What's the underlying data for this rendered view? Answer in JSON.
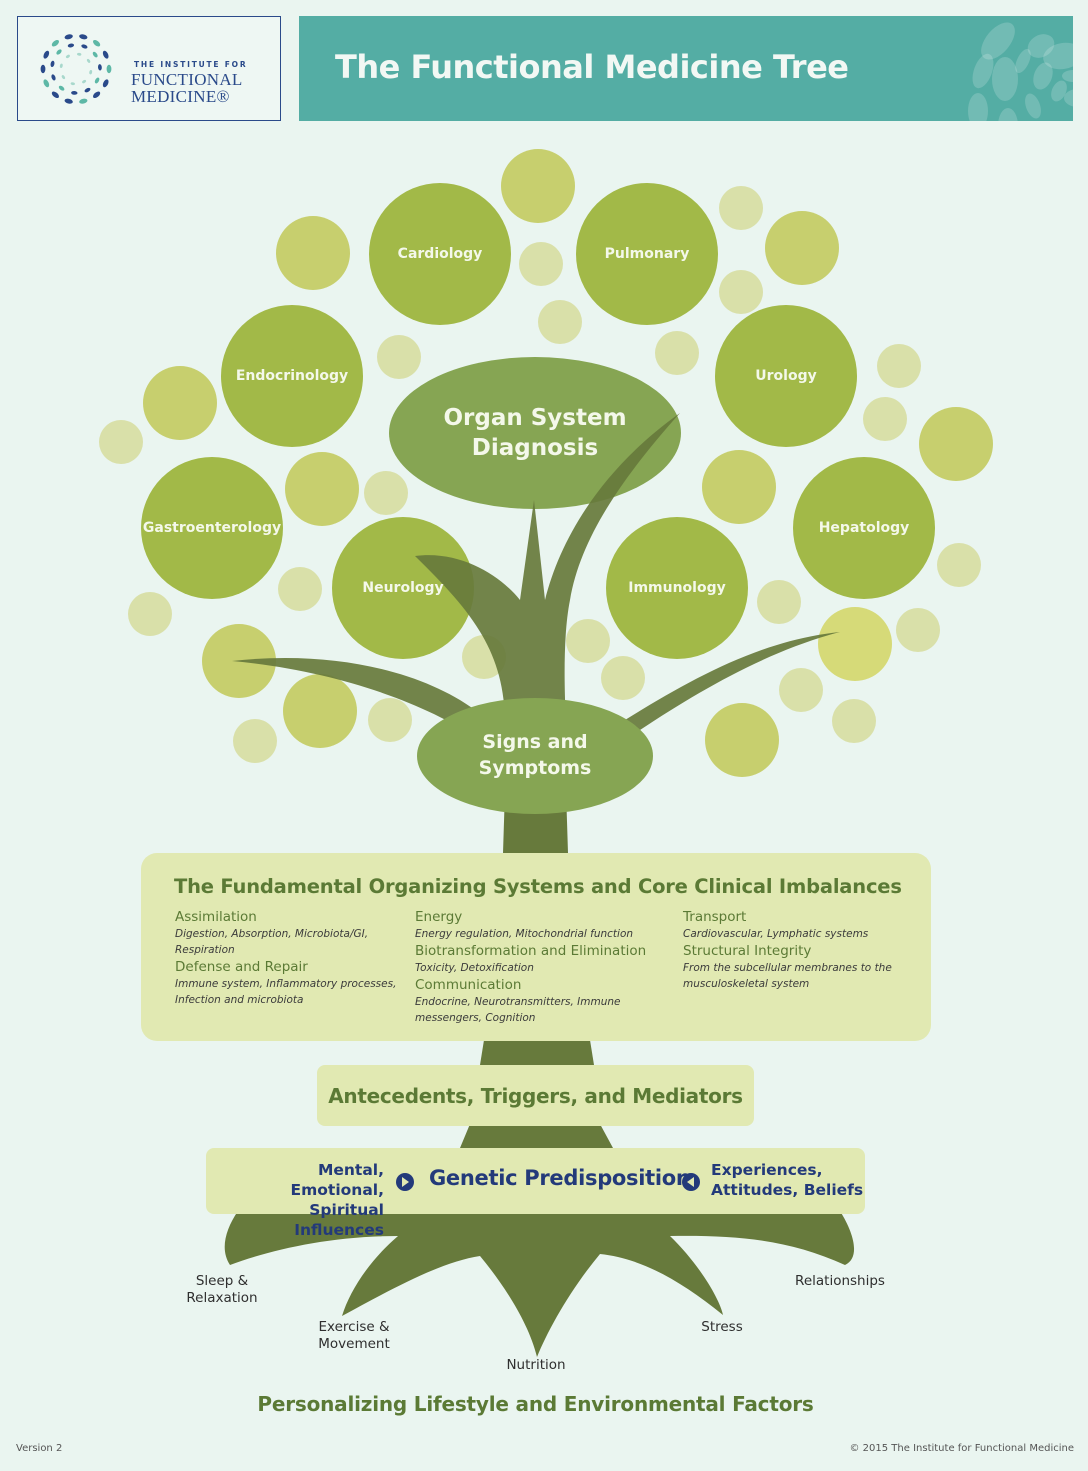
{
  "logo": {
    "line1": "THE INSTITUTE FOR",
    "line2": "FUNCTIONAL",
    "line3": "MEDICINE®",
    "icon": "swirl-dots-logo-icon"
  },
  "header": {
    "title": "The Functional Medicine Tree"
  },
  "colors": {
    "background": "#eaf5f0",
    "banner": "#54ada4",
    "specialty_circle": "#a2b948",
    "accent_circle_medium": "#c7cf6e",
    "accent_circle_light": "#d9e0a9",
    "accent_circle_yellow": "#d6da78",
    "oval": "#86a553",
    "trunk": "#677a3c",
    "panel": "#e1e9b2",
    "panel_text": "#5b7a35",
    "genetic_text": "#233a7a"
  },
  "canopy": {
    "top_label": "Organ System\nDiagnosis",
    "bottom_label": "Signs and\nSymptoms",
    "specialties": [
      {
        "label": "Cardiology"
      },
      {
        "label": "Pulmonary"
      },
      {
        "label": "Endocrinology"
      },
      {
        "label": "Urology"
      },
      {
        "label": "Gastroenterology"
      },
      {
        "label": "Hepatology"
      },
      {
        "label": "Neurology"
      },
      {
        "label": "Immunology"
      }
    ]
  },
  "systems": {
    "title": "The Fundamental Organizing Systems and Core Clinical Imbalances",
    "columns": [
      [
        {
          "head": "Assimilation",
          "desc": "Digestion, Absorption, Microbiota/GI, Respiration"
        },
        {
          "head": "Defense and Repair",
          "desc": "Immune system, Inflammatory processes, Infection and microbiota"
        }
      ],
      [
        {
          "head": "Energy",
          "desc": "Energy regulation, Mitochondrial function"
        },
        {
          "head": "Biotransformation and Elimination",
          "desc": "Toxicity, Detoxification"
        },
        {
          "head": "Communication",
          "desc": "Endocrine, Neurotransmitters, Immune messengers, Cognition"
        }
      ],
      [
        {
          "head": "Transport",
          "desc": "Cardiovascular, Lymphatic systems"
        },
        {
          "head": "Structural Integrity",
          "desc": "From the subcellular membranes to the musculoskeletal system"
        }
      ]
    ]
  },
  "antecedents": {
    "label": "Antecedents, Triggers, and Mediators"
  },
  "genetic": {
    "left_line1": "Mental, Emotional,",
    "left_line2": "Spiritual Influences",
    "center": "Genetic Predisposition",
    "right_line1": "Experiences,",
    "right_line2": "Attitudes, Beliefs"
  },
  "roots": {
    "labels": [
      {
        "line1": "Sleep &",
        "line2": "Relaxation"
      },
      {
        "line1": "Exercise &",
        "line2": "Movement"
      },
      {
        "line1": "Nutrition",
        "line2": ""
      },
      {
        "line1": "Stress",
        "line2": ""
      },
      {
        "line1": "Relationships",
        "line2": ""
      }
    ]
  },
  "footer": {
    "title": "Personalizing Lifestyle and Environmental Factors",
    "version": "Version 2",
    "copyright": "© 2015 The Institute for Functional Medicine"
  }
}
